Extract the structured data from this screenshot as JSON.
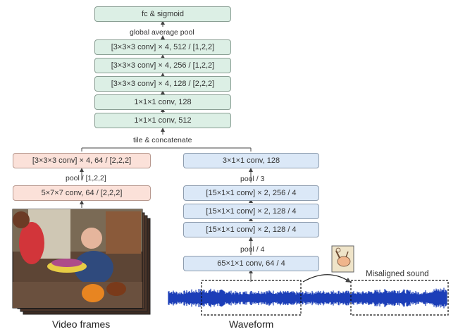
{
  "fusion": {
    "fc": "fc & sigmoid",
    "gap": "global average pool",
    "c512": "[3×3×3 conv] × 4, 512  / [1,2,2]",
    "c256": "[3×3×3 conv] × 4, 256  / [1,2,2]",
    "c128": "[3×3×3 conv] × 4, 128  / [2,2,2]",
    "p128": "1×1×1 conv, 128",
    "p512": "1×1×1 conv, 512",
    "tile": "tile & concatenate"
  },
  "video": {
    "conv64": "[3×3×3 conv] × 4, 64 / [2,2,2]",
    "pool": "pool / [1,2,2]",
    "conv7": "5×7×7 conv, 64 / [2,2,2]",
    "caption": "Video frames"
  },
  "audio": {
    "c3": "3×1×1 conv, 128",
    "pool3": "pool / 3",
    "c256": "[15×1×1 conv] × 2,  256  / 4",
    "c128a": "[15×1×1 conv] × 2,  128  / 4",
    "c128b": "[15×1×1 conv] × 2,  128  / 4",
    "pool4": "pool / 4",
    "c65": "65×1×1 conv, 64 / 4",
    "misaligned": "Misaligned sound",
    "caption": "Waveform"
  }
}
